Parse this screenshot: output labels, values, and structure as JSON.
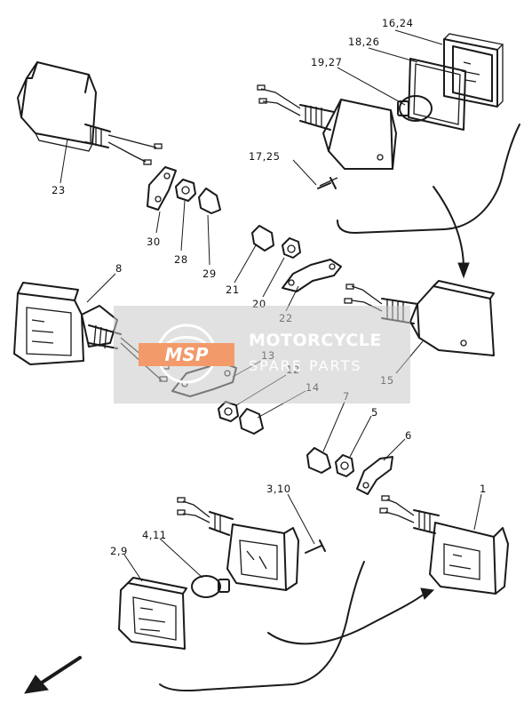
{
  "diagram": {
    "part_labels": {
      "p16_24": "16,24",
      "p18_26": "18,26",
      "p19_27": "19,27",
      "p17_25": "17,25",
      "p23": "23",
      "p30": "30",
      "p28": "28",
      "p29": "29",
      "p21": "21",
      "p20": "20",
      "p22": "22",
      "p8": "8",
      "p13": "13",
      "p12": "12",
      "p14": "14",
      "p15": "15",
      "p7": "7",
      "p5": "5",
      "p6": "6",
      "p1": "1",
      "p3_10": "3,10",
      "p4_11": "4,11",
      "p2_9": "2,9"
    },
    "direction_icon": "front-arrow-icon"
  },
  "watermark": {
    "logo_text": "MSP",
    "title": "MOTORCYCLE",
    "subtitle": "SPARE PARTS",
    "accent_color": "#f29a6a"
  }
}
